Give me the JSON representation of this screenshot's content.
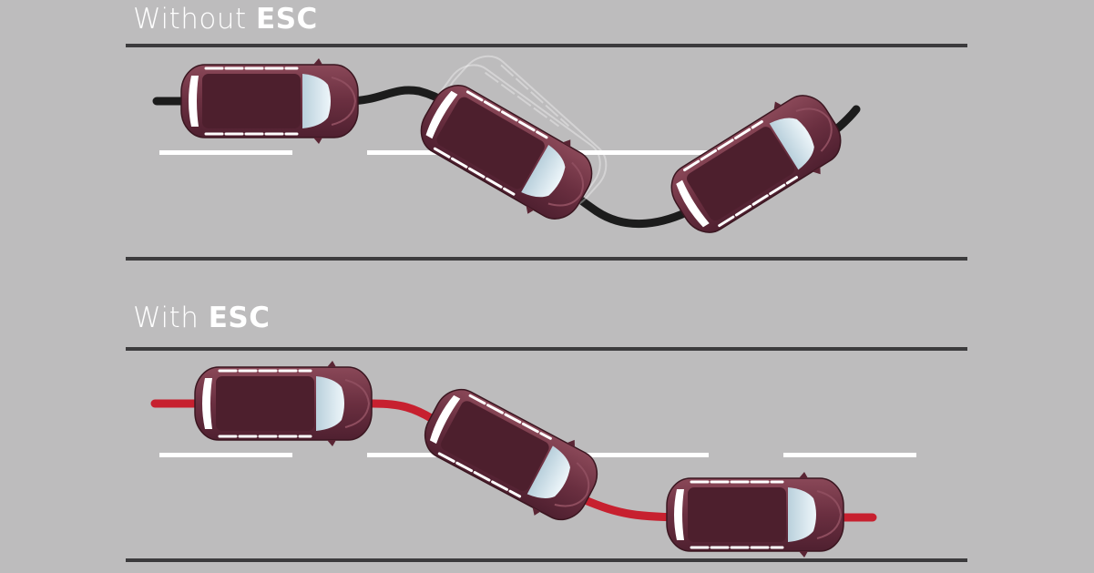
{
  "sections": [
    {
      "prefix": "Without ",
      "emphasis": "ESC"
    },
    {
      "prefix": "With ",
      "emphasis": "ESC"
    }
  ],
  "colors": {
    "background": "#bdbcbd",
    "road_edge": "#3c3b3d",
    "lane_marking": "#ffffff",
    "path_without_esc": "#1c1c1c",
    "path_with_esc": "#c7202f",
    "car_body": "#6a2f40",
    "car_roof": "#4d1f2d",
    "glass": "#d5e6ee"
  }
}
